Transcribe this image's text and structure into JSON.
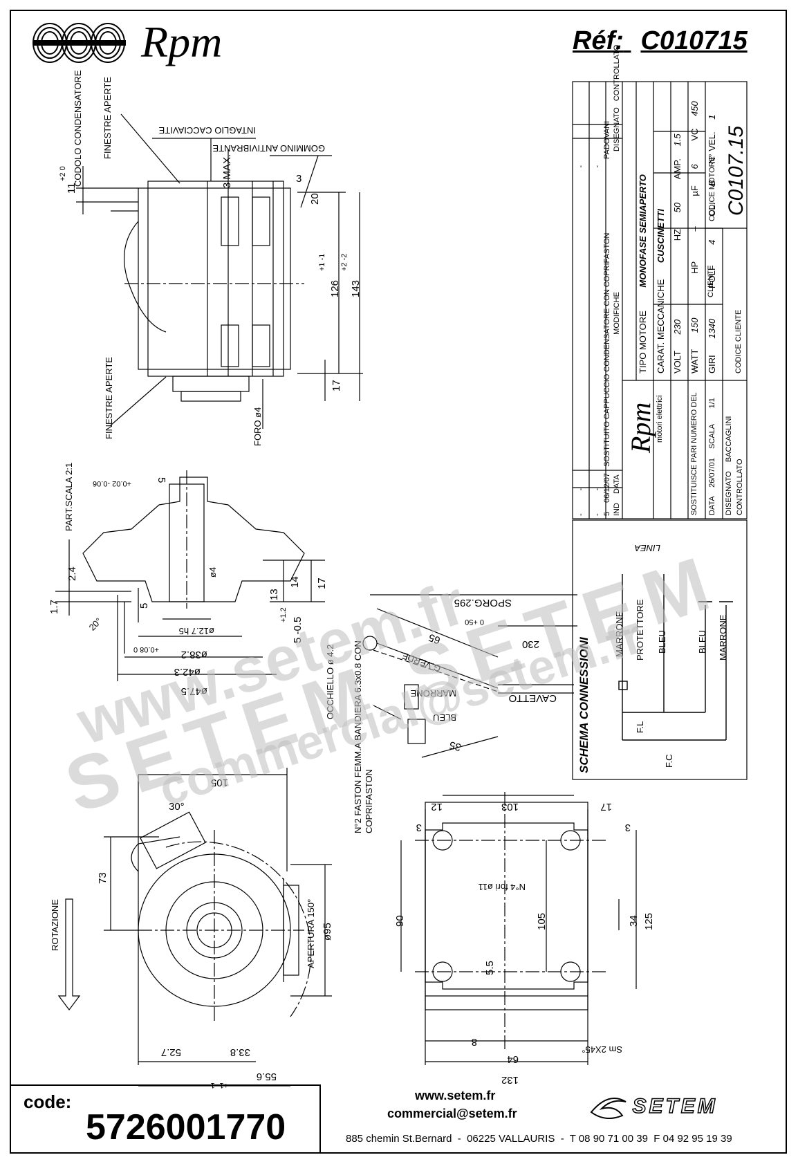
{
  "header": {
    "brand": "Rpm",
    "reference_label": "Réf:",
    "reference": "C010715"
  },
  "drawing_labels": {
    "codolo_condensatore": "CODOLO CONDENSATORE",
    "finestre_aperte_top": "FINESTRE APERTE",
    "intaglio_cacciavite": "INTAGLIO CACCIAVITE",
    "gommino_antivibrante": "GOMMINO ANTIVIBRANTE",
    "dim_3max": "3 MAX.",
    "dim_3": "3",
    "dim_20": "20",
    "dim_11": "11",
    "dim_11_tol": "+2 0",
    "dim_126": "126",
    "dim_126_tol": "+1 -1",
    "dim_143": "143",
    "dim_143_tol": "+2 -2",
    "dim_17_side": "17",
    "finestre_aperte_bottom": "FINESTRE APERTE",
    "foro": "FORO ø4",
    "part_scala": "PART.SCALA 2:1",
    "dim_5_top": "5",
    "dim_5_top_tol": "+0.02 -0.06",
    "dim_24": "2.4",
    "dim_17_small": "1.7",
    "dim_4": "ø4",
    "dim_13": "13",
    "dim_14": "14",
    "dim_17_part": "17",
    "dim_5_left": "5",
    "dim_20deg": "20°",
    "dim_127": "ø12.7 h5",
    "dim_5_05": "5 -0.5",
    "dim_5_05_tol": "+1.2",
    "dim_382": "ø38.2",
    "dim_382_tol": "+0.08 0",
    "dim_423": "ø42.3",
    "dim_475": "ø47.5",
    "sporg": "SPORG.295",
    "sporg_tol": "0 +50",
    "dim_65": "65",
    "dim_230": "230",
    "g_verde": "G.VERDE",
    "occhiello": "OCCHIELLO ø 4.2",
    "marrone_wire": "MARRONE",
    "bleu_wire": "BLEU",
    "cavetto": "CAVETTO",
    "dim_35": "35",
    "faston": "N°2 FASTON FEMM.A BANDIERA 6.3x0.8 CON COPRIFASTON",
    "rotazione": "ROTAZIONE",
    "dim_105_top": "105",
    "dim_30deg": "30°",
    "dim_73": "73",
    "apertura": "APERTURA 150°",
    "dim_95": "ø95",
    "dim_527": "52.7",
    "dim_338": "33.8",
    "dim_556": "55.6",
    "dim_556_tol": "+1 -1",
    "dim_12": "12",
    "dim_103": "103",
    "dim_17_plate": "17",
    "dim_3_plate_l": "3",
    "dim_3_plate_r": "3",
    "fori": "N°4 fori ø11",
    "dim_90": "90",
    "dim_105_plate": "105",
    "dim_34": "34",
    "dim_125": "125",
    "dim_55": "5.5",
    "dim_8": "8",
    "dim_64": "64",
    "dim_132": "132",
    "sm": "Sm 2X45°",
    "eq": "="
  },
  "title_block": {
    "rows": [
      {
        "n": "-",
        "date": "-",
        "text": "-"
      },
      {
        "n": "-",
        "date": "-",
        "text": "-"
      },
      {
        "n": "-",
        "date": "-",
        "text": "-"
      },
      {
        "n": "5",
        "date": "06/12/07",
        "text": "SOSTITUITO CAPPUCCIO CONDENSATORE CON COPRIFASTON"
      }
    ],
    "h_ind": "IND",
    "h_data": "DATA",
    "h_modifiche": "MODIFICHE",
    "h_disegnato": "DISEGNATO",
    "h_controllato": "CONTROLLATO",
    "padovani": "PADOVANI",
    "brand": "Rpm",
    "brand_sub": "motori elettrici",
    "tipo_motore_label": "TIPO MOTORE",
    "tipo_motore": "MONOFASE SEMIAPERTO",
    "carat_label": "CARAT. MECCANICHE",
    "carat": "CUSCINETTI",
    "volt_label": "VOLT",
    "volt": "230",
    "hz_label": "HZ",
    "hz": "50",
    "amp_label": "AMP.",
    "amp": "1.5",
    "watt_label": "WATT",
    "watt": "150",
    "hp_label": "HP",
    "hp": "–",
    "uf_label": "µF",
    "uf": "6",
    "vc_label": "VC",
    "vc": "450",
    "giri_label": "GIRI",
    "giri": "1340",
    "poli_label": "POLI",
    "poli": "4",
    "cl_label": "CL.",
    "cl": "B",
    "nvel_label": "N° VEL.",
    "nvel": "1",
    "sostituisce_label": "SOSTITUISCE PARI NUMERO DEL",
    "sostituisce": "–",
    "data_label": "DATA",
    "data": "26/07/01",
    "scala_label": "SCALA",
    "scala": "1/1",
    "disegnato_label": "DISEGNATO",
    "disegnato": "BACCAGLINI",
    "controllato_label": "CONTROLLATO",
    "cliente_label": "CLIENTE",
    "codice_cliente_label": "CODICE CLIENTE",
    "codice_motore_label": "CODICE MOTORE",
    "codice_motore": "C0107.15"
  },
  "schema": {
    "title": "SCHEMA CONNESSIONI",
    "linea": "LINEA",
    "marrone1": "MARRONE",
    "protettore": "PROTETTORE",
    "bleu1": "BLEU",
    "bleu2": "BLEU",
    "marrone2": "MARRONE",
    "fl": "F.L",
    "fc": "F.C"
  },
  "footer": {
    "code_label": "code:",
    "code_value": "5726001770",
    "website": "www.setem.fr",
    "email": "commercial@setem.fr",
    "address": "885 chemin St.Bernard  -  06225 VALLAURIS  -  T 08 90 71 00 39  F 04 92 95 19 39",
    "setem_logo": "SETEM"
  },
  "watermarks": {
    "line1": "www.setem.fr",
    "line2": "SETEM SETEM",
    "line3": "commercial@setem.fr"
  }
}
